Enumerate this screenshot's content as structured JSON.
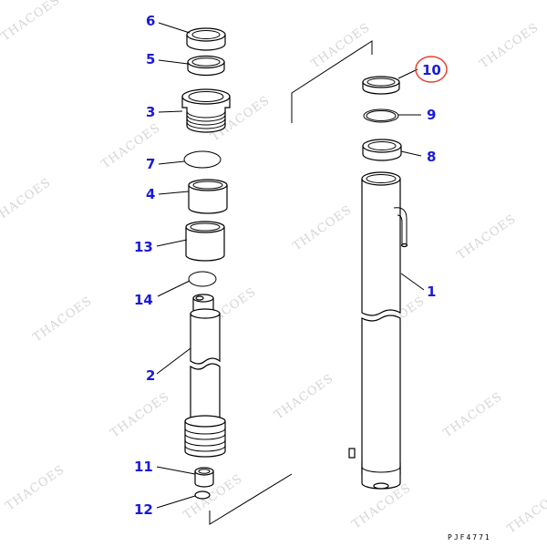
{
  "diagram": {
    "drawing_code": "PJF4771",
    "watermark_text": "THACOES",
    "highlighted_label": "10",
    "colors": {
      "label": "#1a1adc",
      "line": "#000000",
      "highlight_circle": "#e8442a",
      "watermark": "#c8c8c8"
    },
    "callouts": [
      {
        "id": "6",
        "label": "6"
      },
      {
        "id": "5",
        "label": "5"
      },
      {
        "id": "3",
        "label": "3"
      },
      {
        "id": "7",
        "label": "7"
      },
      {
        "id": "4",
        "label": "4"
      },
      {
        "id": "13",
        "label": "13"
      },
      {
        "id": "14",
        "label": "14"
      },
      {
        "id": "2",
        "label": "2"
      },
      {
        "id": "11",
        "label": "11"
      },
      {
        "id": "12",
        "label": "12"
      },
      {
        "id": "10",
        "label": "10"
      },
      {
        "id": "9",
        "label": "9"
      },
      {
        "id": "8",
        "label": "8"
      },
      {
        "id": "1",
        "label": "1"
      }
    ]
  }
}
